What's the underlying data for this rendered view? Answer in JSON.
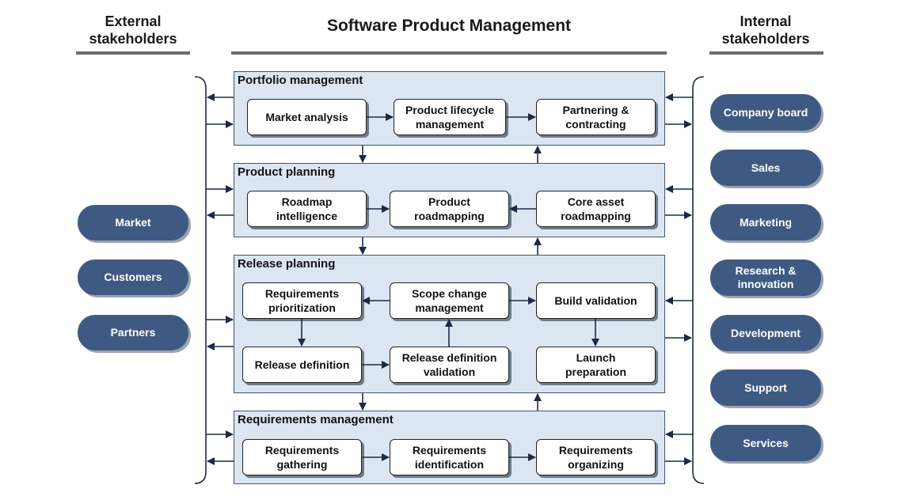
{
  "headers": {
    "external": "External\nstakeholders",
    "main": "Software Product Management",
    "internal": "Internal\nstakeholders"
  },
  "external_stakeholders": [
    "Market",
    "Customers",
    "Partners"
  ],
  "internal_stakeholders": [
    "Company board",
    "Sales",
    "Marketing",
    "Research &\ninnovation",
    "Development",
    "Support",
    "Services"
  ],
  "panels": {
    "portfolio": {
      "title": "Portfolio management",
      "boxes": [
        "Market analysis",
        "Product lifecycle\nmanagement",
        "Partnering &\ncontracting"
      ]
    },
    "product": {
      "title": "Product planning",
      "boxes": [
        "Roadmap\nintelligence",
        "Product\nroadmapping",
        "Core asset\nroadmapping"
      ]
    },
    "release": {
      "title": "Release planning",
      "boxes": [
        "Requirements\nprioritization",
        "Scope change\nmanagement",
        "Build validation",
        "Release definition",
        "Release definition\nvalidation",
        "Launch\npreparation"
      ]
    },
    "requirements": {
      "title": "Requirements management",
      "boxes": [
        "Requirements\ngathering",
        "Requirements\nidentification",
        "Requirements\norganizing"
      ]
    }
  },
  "colors": {
    "panel_fill": "#dce6f2",
    "panel_border": "#44546a",
    "pill_fill": "#3f5a82",
    "arrow": "#1c2a45"
  }
}
